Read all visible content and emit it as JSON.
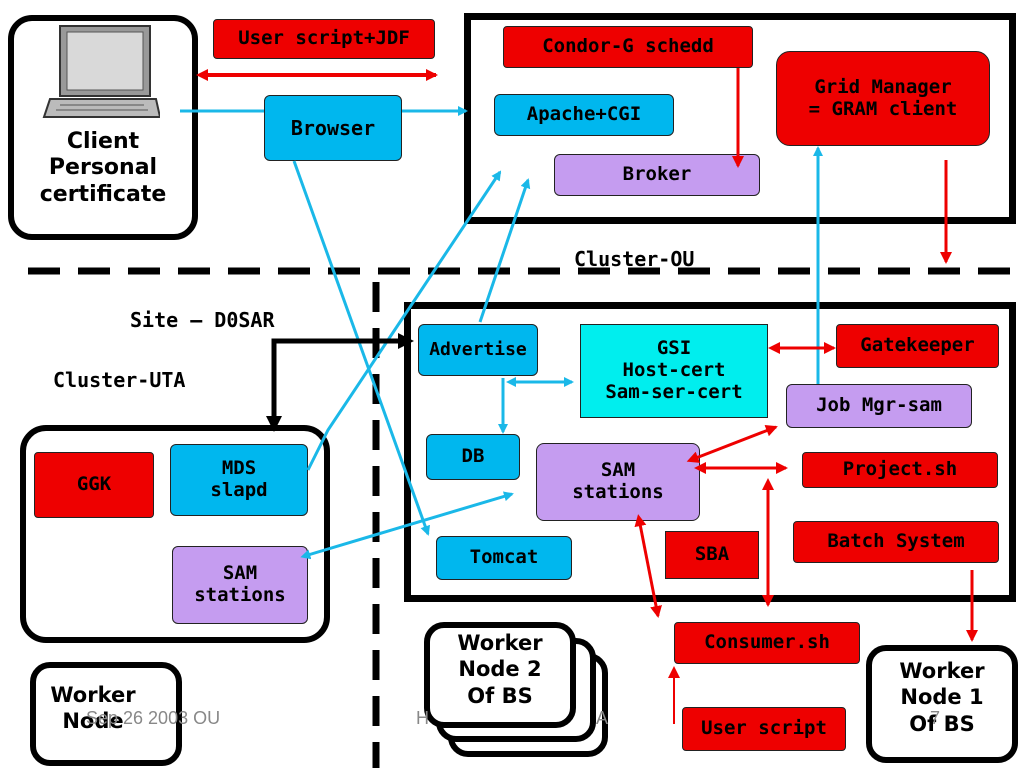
{
  "client": {
    "line1": "Client",
    "line2": "Personal",
    "line3": "certificate"
  },
  "nodes": {
    "user_script_jdf": "User script+JDF",
    "browser": "Browser",
    "condor": "Condor-G schedd",
    "apache": "Apache+CGI",
    "broker": "Broker",
    "grid_manager_1": "Grid Manager",
    "grid_manager_2": "= GRAM client",
    "advertise": "Advertise",
    "gsi_1": "GSI",
    "gsi_2": "Host-cert",
    "gsi_3": "Sam-ser-cert",
    "gatekeeper": "Gatekeeper",
    "job_mgr": "Job Mgr-sam",
    "db": "DB",
    "sam_center_1": "SAM",
    "sam_center_2": "stations",
    "project": "Project.sh",
    "batch": "Batch System",
    "tomcat": "Tomcat",
    "sba": "SBA",
    "consumer": "Consumer.sh",
    "user_script": "User script",
    "ggk": "GGK",
    "mds_1": "MDS",
    "mds_2": "slapd",
    "sam_left_1": "SAM",
    "sam_left_2": "stations"
  },
  "labels": {
    "cluster_ou": "Cluster-OU",
    "site": "Site – D0SAR",
    "cluster_uta": "Cluster-UTA"
  },
  "workers": {
    "wn2_1": "Worker",
    "wn2_2": "Node 2",
    "wn2_3": "Of BS",
    "wn1_1": "Worker",
    "wn1_2": "Node 1",
    "wn1_3": "Of BS",
    "wn_1": "Worker",
    "wn_2": "Node"
  },
  "footer": {
    "date": "Sep 26 2003 OU",
    "middle": "H",
    "right": "A",
    "page": "7"
  },
  "colors": {
    "red": "#ee0000",
    "blue": "#00b7ee",
    "purple": "#c59cf0",
    "cyan": "#00eeee",
    "arrow_blue": "#1ab8e8",
    "arrow_red": "#ee0000"
  },
  "icons": [
    "laptop-icon"
  ]
}
